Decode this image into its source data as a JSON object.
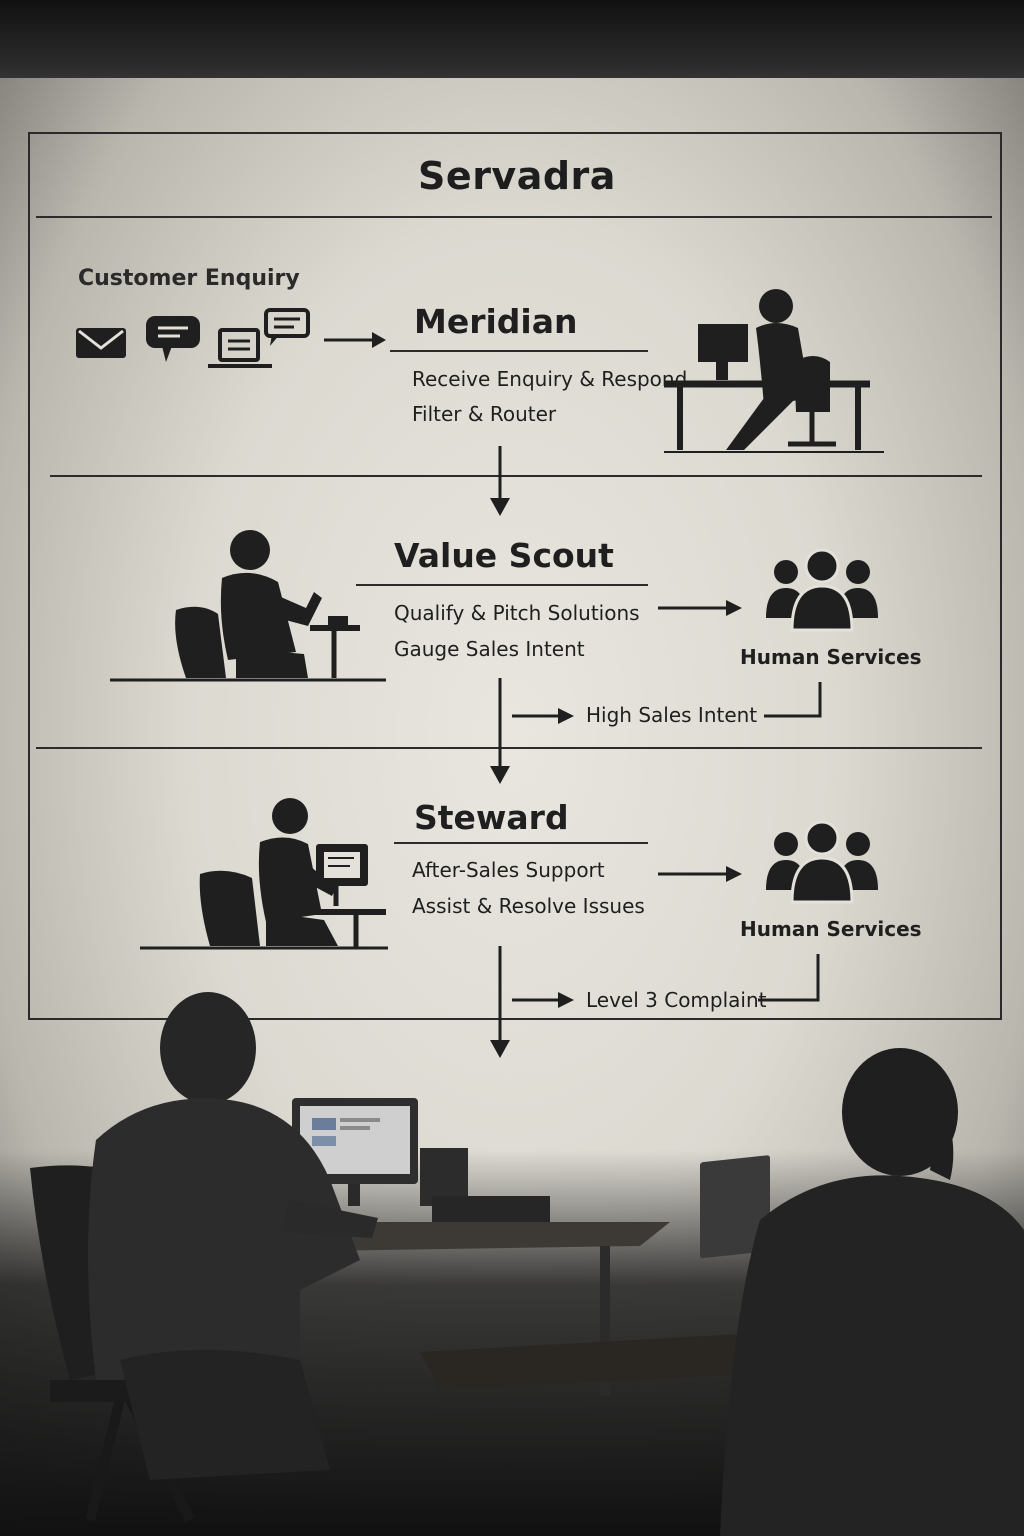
{
  "diagram": {
    "title": "Servadra",
    "entry": {
      "label": "Customer Enquiry",
      "icons": [
        "envelope-icon",
        "chat-bubble-icon",
        "laptop-message-icon"
      ]
    },
    "stages": [
      {
        "name": "Meridian",
        "lines": [
          "Receive Enquiry & Respond",
          "Filter & Router"
        ]
      },
      {
        "name": "Value Scout",
        "lines": [
          "Qualify & Pitch Solutions",
          "Gauge Sales Intent"
        ],
        "escalation_target": "Human Services",
        "escalation_condition": "High Sales Intent"
      },
      {
        "name": "Steward",
        "lines": [
          "After-Sales Support",
          "Assist & Resolve Issues"
        ],
        "escalation_target": "Human Services",
        "escalation_condition": "Level 3 Complaint"
      }
    ]
  },
  "colors": {
    "ink": "#1f1f1f",
    "board_background": "#e3e1da",
    "room_shadow": "#1c1c1c"
  }
}
